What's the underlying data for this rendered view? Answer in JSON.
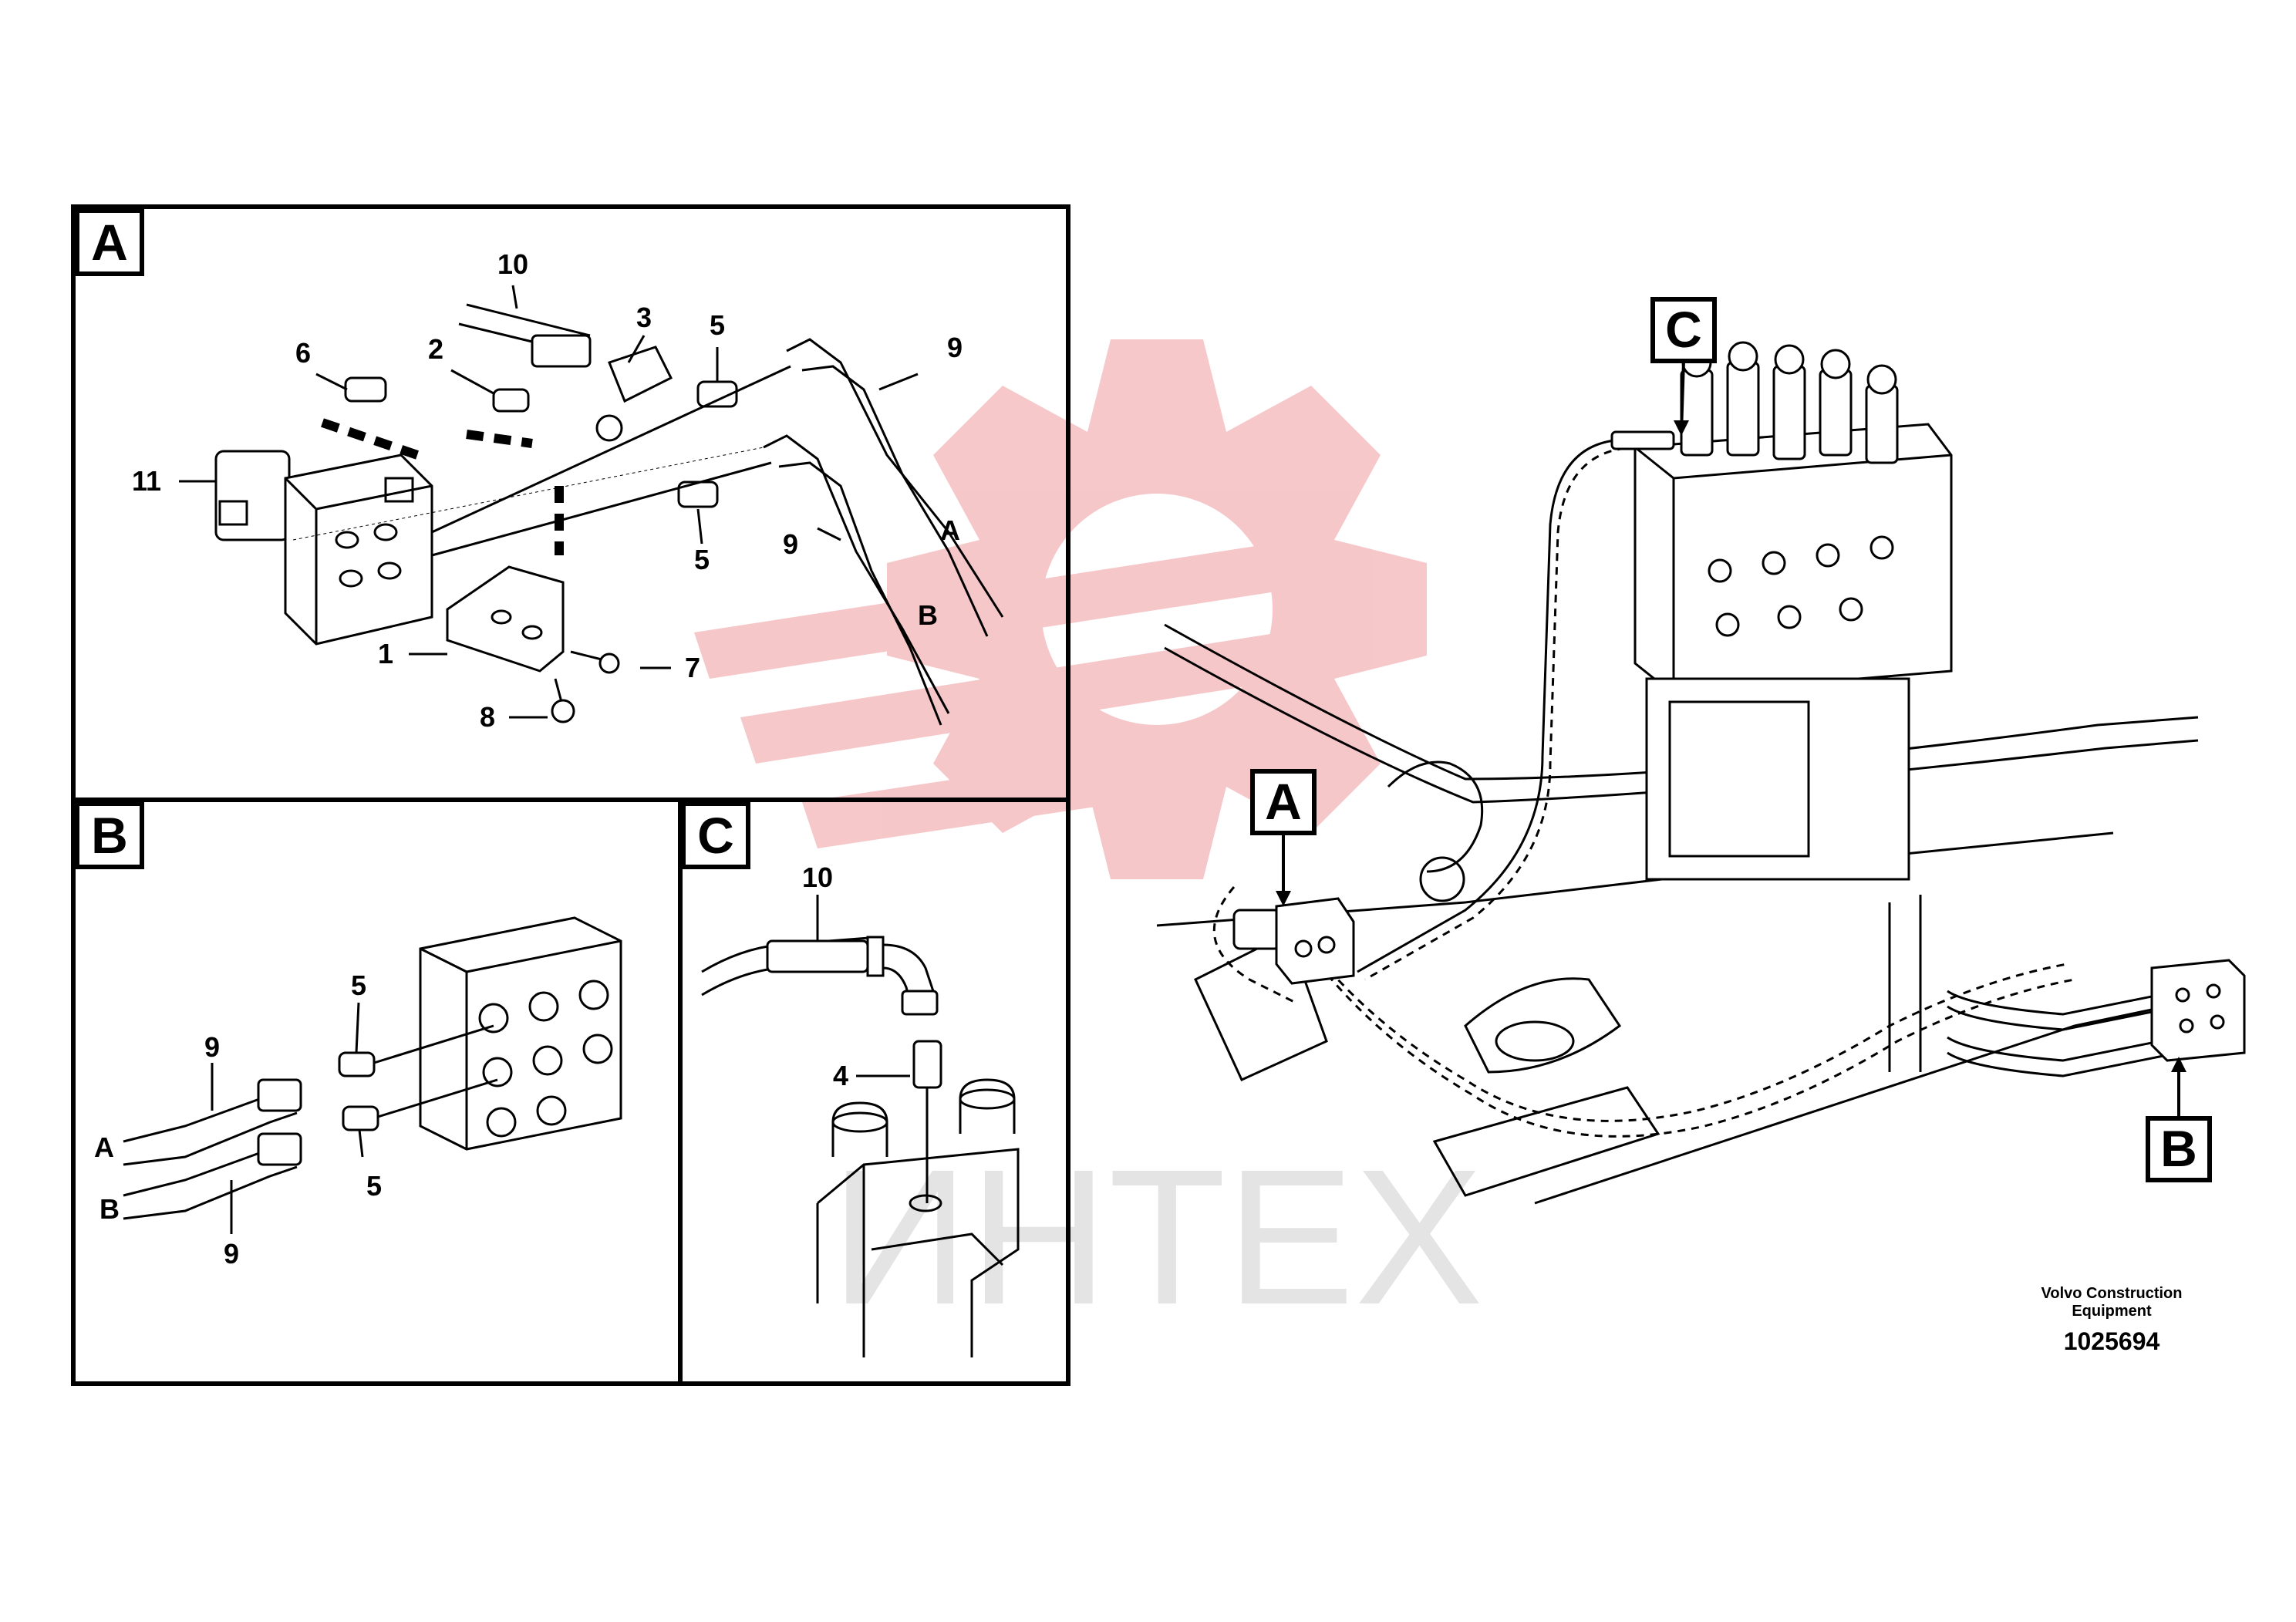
{
  "watermark": {
    "text": "ИНТЕХ",
    "color": "#e8868a"
  },
  "panels": {
    "A": {
      "label": "A"
    },
    "B": {
      "label": "B"
    },
    "C": {
      "label": "C"
    }
  },
  "main_view_tags": {
    "A": "A",
    "B": "B",
    "C": "C"
  },
  "callouts_A": {
    "n1": "1",
    "n2": "2",
    "n3": "3",
    "n5a": "5",
    "n5b": "5",
    "n6": "6",
    "n7": "7",
    "n8": "8",
    "n9a": "9",
    "n9b": "9",
    "n10": "10",
    "n11": "11",
    "hoseA": "A",
    "hoseB": "B"
  },
  "callouts_B": {
    "n5a": "5",
    "n5b": "5",
    "n9a": "9",
    "n9b": "9",
    "hoseA": "A",
    "hoseB": "B"
  },
  "callouts_C": {
    "n10": "10",
    "n4": "4"
  },
  "footer": {
    "company_line1": "Volvo Construction",
    "company_line2": "Equipment",
    "drawing_number": "1025694"
  }
}
